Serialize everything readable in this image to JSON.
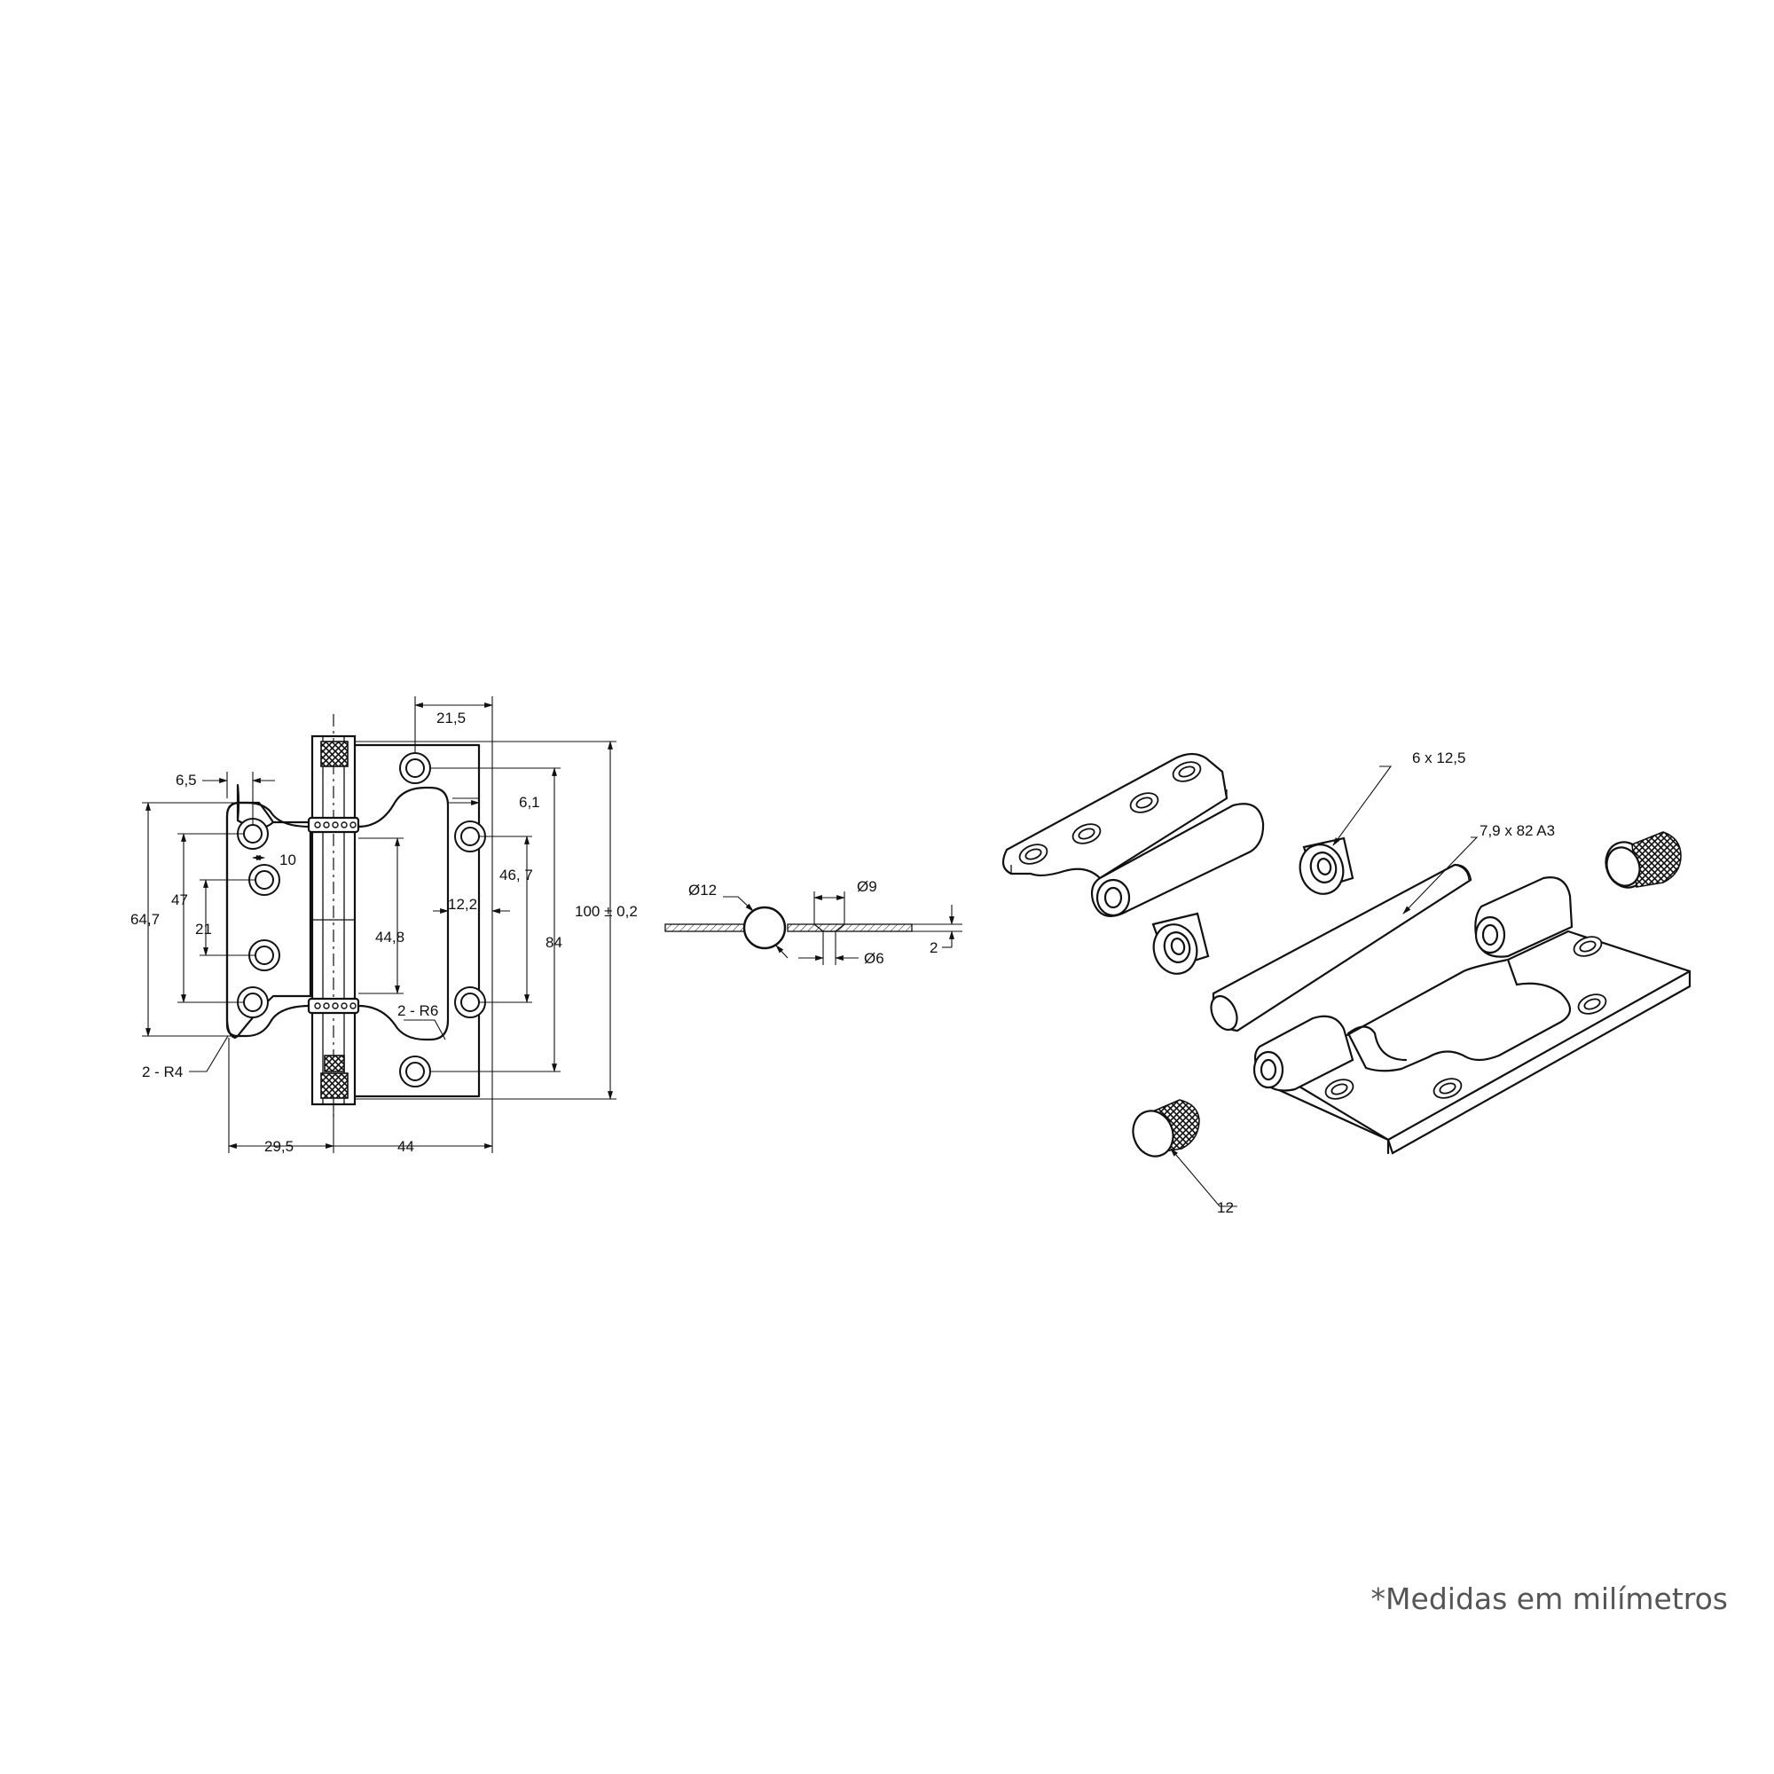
{
  "front_view": {
    "dim_width_top": "21,5",
    "dim_hole_left": "6,5",
    "dim_hole_right": "6,1",
    "dim_hole_dia": "10",
    "dim_left_height": "64,7",
    "dim_left_spacing_outer": "47",
    "dim_left_spacing_inner": "21",
    "dim_center_height": "44,8",
    "dim_right_inset": "12,2",
    "dim_right_spacing": "46, 7",
    "dim_right_height": "84",
    "dim_total_height": "100 ± 0,2",
    "dim_radius_small": "2 - R4",
    "dim_radius_large": "2 - R6",
    "dim_left_leaf": "29,5",
    "dim_right_leaf": "44"
  },
  "section_view": {
    "dim_knuckle": "Ø12",
    "dim_countersink": "Ø9",
    "dim_hole": "Ø6",
    "dim_thickness": "2"
  },
  "exploded_view": {
    "label_bushing": "6 x 12,5",
    "label_pin": "7,9 x 82  A3",
    "label_cap": "12"
  },
  "footnote": "*Medidas em milímetros"
}
